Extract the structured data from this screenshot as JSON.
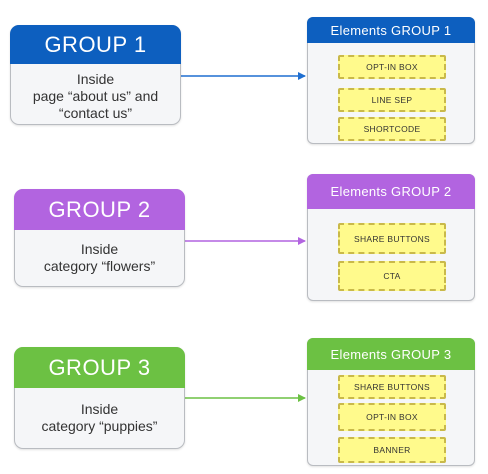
{
  "colors": {
    "group1": "#0d5fbf",
    "group2": "#b264e0",
    "group3": "#6cc143",
    "item_fill": "#fffa8c",
    "item_border": "#c9b94a"
  },
  "groups": [
    {
      "title": "GROUP 1",
      "desc": [
        "Inside",
        "page “about us” and",
        "“contact us”"
      ]
    },
    {
      "title": "GROUP 2",
      "desc": [
        "Inside",
        "category “flowers”"
      ]
    },
    {
      "title": "GROUP 3",
      "desc": [
        "Inside",
        "category “puppies”"
      ]
    }
  ],
  "elements": [
    {
      "title": "Elements GROUP 1",
      "items": [
        "OPT-IN BOX",
        "LINE SEP",
        "SHORTCODE"
      ]
    },
    {
      "title": "Elements GROUP 2",
      "items": [
        "SHARE BUTTONS",
        "CTA"
      ]
    },
    {
      "title": "Elements GROUP 3",
      "items": [
        "SHARE BUTTONS",
        "OPT-IN BOX",
        "BANNER"
      ]
    }
  ]
}
